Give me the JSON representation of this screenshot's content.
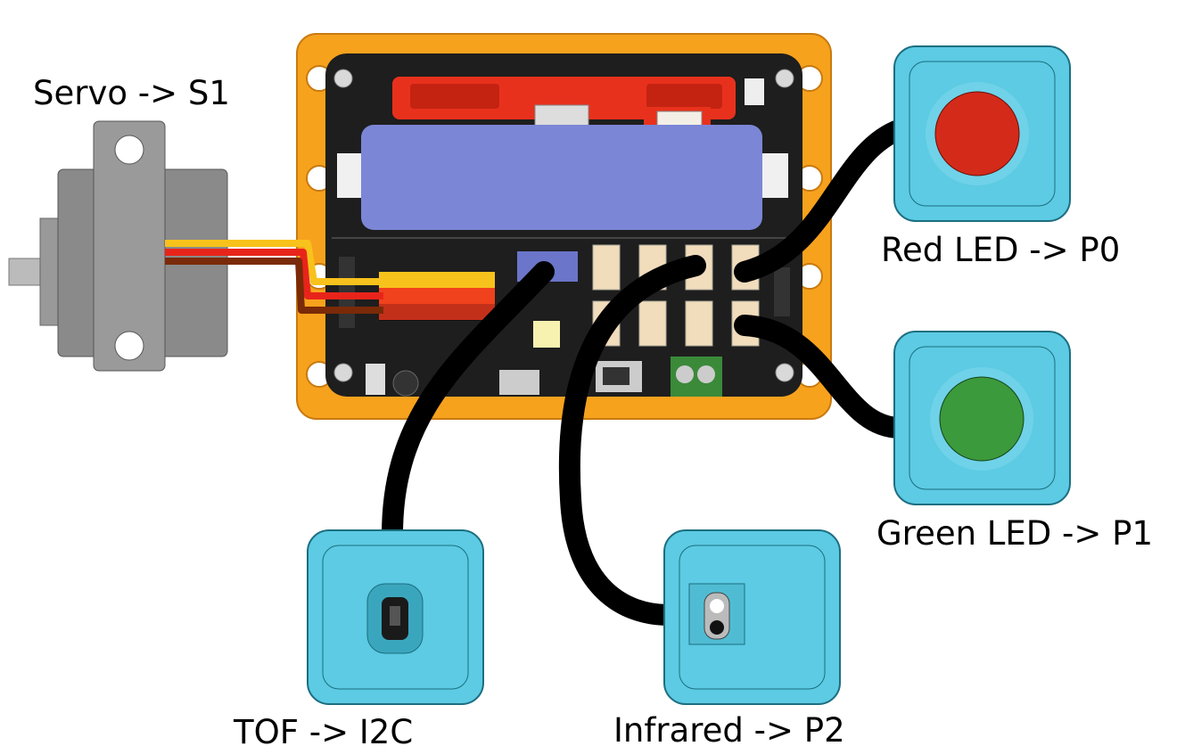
{
  "labels": {
    "servo": "Servo -> S1",
    "red_led": "Red LED -> P0",
    "green_led": "Green LED -> P1",
    "tof": "TOF -> I2C",
    "infrared": "Infrared -> P2"
  },
  "colors": {
    "frame": "#f7a21d",
    "board": "#1e1e1e",
    "battery": "#7b86d6",
    "module": "#5ccbe3",
    "red_led": "#d42a1a",
    "green_led": "#3b9a3b",
    "cable": "#000000",
    "servo_body": "#8a8a8a"
  }
}
